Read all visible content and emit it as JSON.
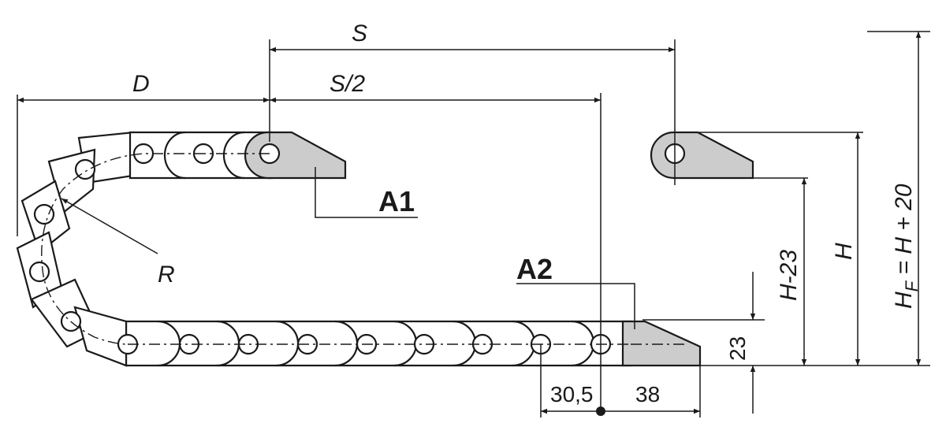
{
  "labels": {
    "s": "S",
    "s_half": "S/2",
    "d": "D",
    "r": "R",
    "a1": "A1",
    "a2": "A2",
    "h_minus_23": "H-23",
    "h": "H",
    "hf": "H",
    "hf_sub": "F",
    "hf_rest": " = H + 20",
    "dim_23": "23",
    "dim_30_5": "30,5",
    "dim_38": "38"
  },
  "colors": {
    "line": "#1a1a1a",
    "fill_grey": "#cccccc",
    "link_fill": "#ffffff"
  }
}
